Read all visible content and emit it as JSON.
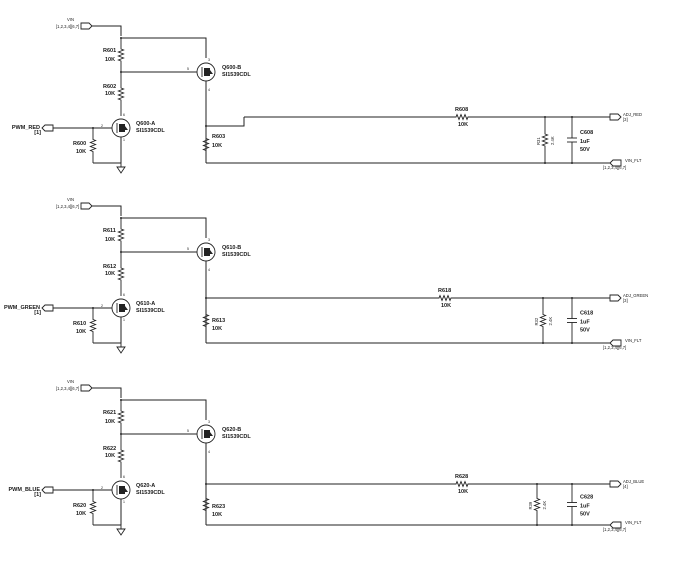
{
  "schematic": {
    "title": "LED PWM driver channels",
    "channels": [
      {
        "name": "red",
        "vin_net": "VIN",
        "vin_pages": "[1,2,3,4][6,7]",
        "pwm_net": "PWM_RED",
        "pwm_page": "[1]",
        "r_pulldown": {
          "ref": "R600",
          "value": "10K"
        },
        "r_top": {
          "ref": "R601",
          "value": "10K"
        },
        "r_mid": {
          "ref": "R602",
          "value": "10K"
        },
        "r_out": {
          "ref": "R603",
          "value": "10K"
        },
        "r_series": {
          "ref": "R608",
          "value": "10K"
        },
        "r_shunt": {
          "ref": "R31",
          "value": "2.4K"
        },
        "cap": {
          "ref": "C608",
          "value": "1uF",
          "voltage": "50V"
        },
        "q_a": {
          "ref": "Q600-A",
          "part": "SI1539CDL"
        },
        "q_b": {
          "ref": "Q600-B",
          "part": "SI1539CDL"
        },
        "adj_net": "ADJ_RED",
        "adj_page": "[3]",
        "vinf_net": "VIN_FLT",
        "vinf_pages": "[1,2,3,4][6,7]"
      },
      {
        "name": "green",
        "vin_net": "VIN",
        "vin_pages": "[1,2,3,4][6,7]",
        "pwm_net": "PWM_GREEN",
        "pwm_page": "[1]",
        "r_pulldown": {
          "ref": "R610",
          "value": "10K"
        },
        "r_top": {
          "ref": "R611",
          "value": "10K"
        },
        "r_mid": {
          "ref": "R612",
          "value": "10K"
        },
        "r_out": {
          "ref": "R613",
          "value": "10K"
        },
        "r_series": {
          "ref": "R618",
          "value": "10K"
        },
        "r_shunt": {
          "ref": "R32",
          "value": "2.4K"
        },
        "cap": {
          "ref": "C618",
          "value": "1uF",
          "voltage": "50V"
        },
        "q_a": {
          "ref": "Q610-A",
          "part": "SI1539CDL"
        },
        "q_b": {
          "ref": "Q610-B",
          "part": "SI1539CDL"
        },
        "adj_net": "ADJ_GREEN",
        "adj_page": "[3]",
        "vinf_net": "VIN_FLT",
        "vinf_pages": "[1,2,3,4][6,7]"
      },
      {
        "name": "blue",
        "vin_net": "VIN",
        "vin_pages": "[1,2,3,4][6,7]",
        "pwm_net": "PWM_BLUE",
        "pwm_page": "[1]",
        "r_pulldown": {
          "ref": "R620",
          "value": "10K"
        },
        "r_top": {
          "ref": "R621",
          "value": "10K"
        },
        "r_mid": {
          "ref": "R622",
          "value": "10K"
        },
        "r_out": {
          "ref": "R623",
          "value": "10K"
        },
        "r_series": {
          "ref": "R628",
          "value": "10K"
        },
        "r_shunt": {
          "ref": "R39",
          "value": "2.4K"
        },
        "cap": {
          "ref": "C628",
          "value": "1uF",
          "voltage": "50V"
        },
        "q_a": {
          "ref": "Q620-A",
          "part": "SI1539CDL"
        },
        "q_b": {
          "ref": "Q620-B",
          "part": "SI1539CDL"
        },
        "adj_net": "ADJ_BLUE",
        "adj_page": "[4]",
        "vinf_net": "VIN_FLT",
        "vinf_pages": "[1,2,3,4][6,7]"
      }
    ],
    "pins": {
      "qa_drain": "6",
      "qa_gate": "2",
      "qa_source": "1",
      "qb_source": "3",
      "qb_gate": "5",
      "qb_drain": "4"
    }
  }
}
